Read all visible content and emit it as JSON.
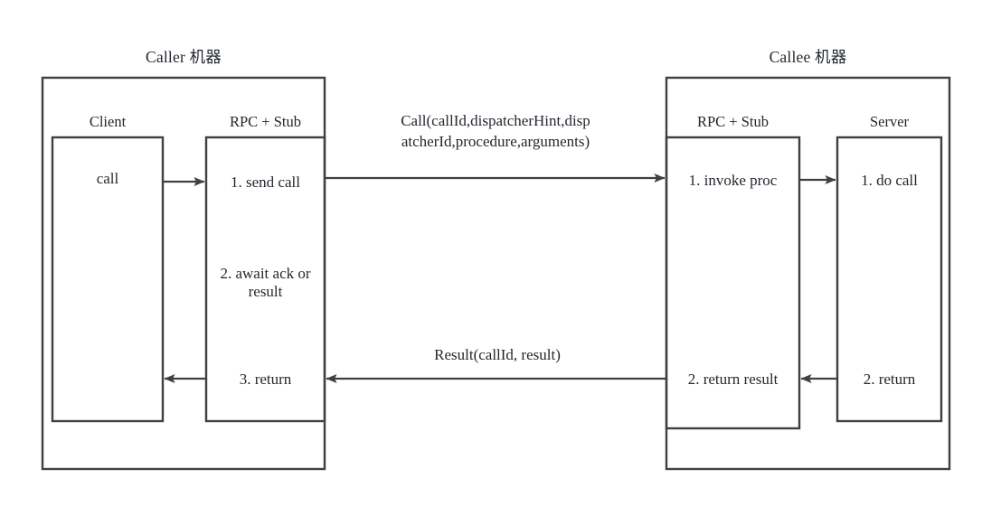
{
  "diagram": {
    "title_hidden": "RPC call sequence between caller and callee machines",
    "background_color": "#ffffff",
    "stroke_color": "#404040",
    "text_color": "#23272e",
    "machines": [
      {
        "id": "caller",
        "title": "Caller 机器",
        "columns": [
          {
            "id": "client",
            "header": "Client",
            "cells": [
              {
                "id": "call",
                "text": "call"
              }
            ]
          },
          {
            "id": "caller-rpc-stub",
            "header": "RPC + Stub",
            "cells": [
              {
                "id": "send-call",
                "text": "1. send call"
              },
              {
                "id": "await-ack",
                "text": "2. await ack or\nresult"
              },
              {
                "id": "return",
                "text": "3. return"
              }
            ]
          }
        ]
      },
      {
        "id": "callee",
        "title": "Callee 机器",
        "columns": [
          {
            "id": "callee-rpc-stub",
            "header": "RPC + Stub",
            "cells": [
              {
                "id": "invoke-proc",
                "text": "1. invoke proc"
              },
              {
                "id": "return-result",
                "text": "2. return result"
              }
            ]
          },
          {
            "id": "server",
            "header": "Server",
            "cells": [
              {
                "id": "do-call",
                "text": "1. do call"
              },
              {
                "id": "server-return",
                "text": "2. return"
              }
            ]
          }
        ]
      }
    ],
    "edges": [
      {
        "id": "call-message",
        "label": "Call(callId,dispatcherHint,disp\natcherId,procedure,arguments)",
        "direction": "right"
      },
      {
        "id": "result-message",
        "label": "Result(callId, result)",
        "direction": "left"
      }
    ]
  }
}
